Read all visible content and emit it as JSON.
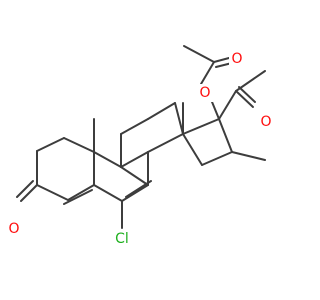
{
  "molecule": {
    "colors": {
      "bond": "#3d3d3d",
      "oxygen": "#ff0d0d",
      "chlorine": "#1fb01f",
      "background": "#ffffff"
    },
    "labels": {
      "ketone_oxygen": "O",
      "chlorine": "Cl",
      "ester_oxygen": "O",
      "acetoxy_carbonyl_oxygen": "O",
      "acetyl_oxygen": "O"
    }
  }
}
